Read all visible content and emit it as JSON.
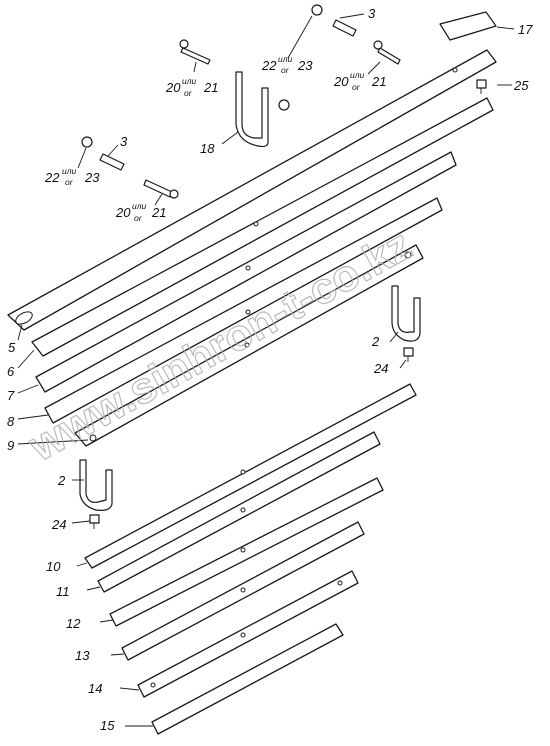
{
  "watermark": "www.sinhron-t-co.kz",
  "alt_ru": "или",
  "alt_en": "or",
  "callouts": {
    "c2a": "2",
    "c2b": "2",
    "c3a": "3",
    "c3b": "3",
    "c5": "5",
    "c6": "6",
    "c7": "7",
    "c8": "8",
    "c9": "9",
    "c10": "10",
    "c11": "11",
    "c12": "12",
    "c13": "13",
    "c14": "14",
    "c15": "15",
    "c17": "17",
    "c18": "18",
    "c20": "20",
    "c21": "21",
    "c22": "22",
    "c23": "23",
    "c24": "24",
    "c25": "25"
  }
}
